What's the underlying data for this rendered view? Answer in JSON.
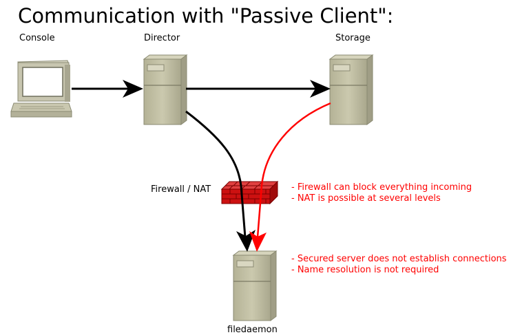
{
  "title": "Communication with \"Passive Client\":",
  "nodes": {
    "console": "Console",
    "director": "Director",
    "storage": "Storage",
    "firewall": "Firewall / NAT",
    "filedaemon": "filedaemon"
  },
  "notes": {
    "firewall": [
      "- Firewall can block everything incoming",
      "- NAT is possible at several levels"
    ],
    "filedaemon": [
      "- Secured server does not establish connections",
      "- Name resolution is not required"
    ]
  },
  "colors": {
    "server_body": "#c2c0a4",
    "server_edge": "#8a8a72",
    "control_arrow": "#000000",
    "data_arrow": "#ff0000",
    "firewall": "#cc1111",
    "note_text": "#ff0000"
  }
}
